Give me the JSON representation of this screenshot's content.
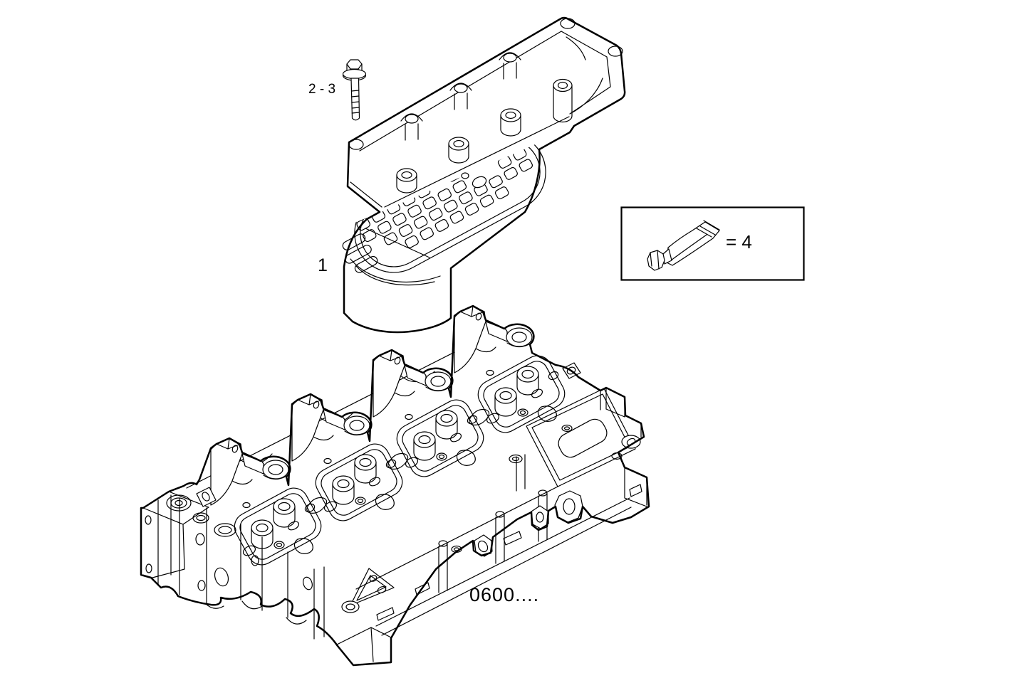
{
  "colors": {
    "background": "#ffffff",
    "line": "#000000"
  },
  "callouts": {
    "bolt": "2 - 3",
    "manifold": "1",
    "sealant_equiv": "= 4",
    "cylinder_head_ref": "0600...."
  },
  "parts": {
    "bolt": "hex-flange-bolt",
    "manifold": "intake-manifold-cover",
    "sealant": "sealant-tube",
    "cylinder_head": "cylinder-head"
  }
}
